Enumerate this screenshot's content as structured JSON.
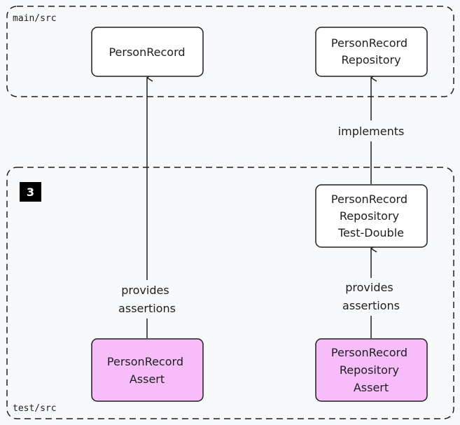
{
  "containers": {
    "main": {
      "label": "main/src"
    },
    "test": {
      "label": "test/src",
      "badge": "3"
    }
  },
  "nodes": {
    "person_record": {
      "lines": [
        "PersonRecord"
      ]
    },
    "repository": {
      "lines": [
        "PersonRecord",
        "Repository"
      ]
    },
    "test_double": {
      "lines": [
        "PersonRecord",
        "Repository",
        "Test-Double"
      ]
    },
    "record_assert": {
      "lines": [
        "PersonRecord",
        "Assert"
      ]
    },
    "repo_assert": {
      "lines": [
        "PersonRecord",
        "Repository",
        "Assert"
      ]
    }
  },
  "edges": {
    "implements": {
      "label": "implements"
    },
    "provides_left": {
      "lines": [
        "provides",
        "assertions"
      ]
    },
    "provides_right": {
      "lines": [
        "provides",
        "assertions"
      ]
    }
  },
  "colors": {
    "stroke": "#1e1e1e",
    "box_fill": "#ffffff",
    "assert_fill": "#f6bdfa",
    "badge_fill": "#000000",
    "badge_text": "#ffffff"
  }
}
